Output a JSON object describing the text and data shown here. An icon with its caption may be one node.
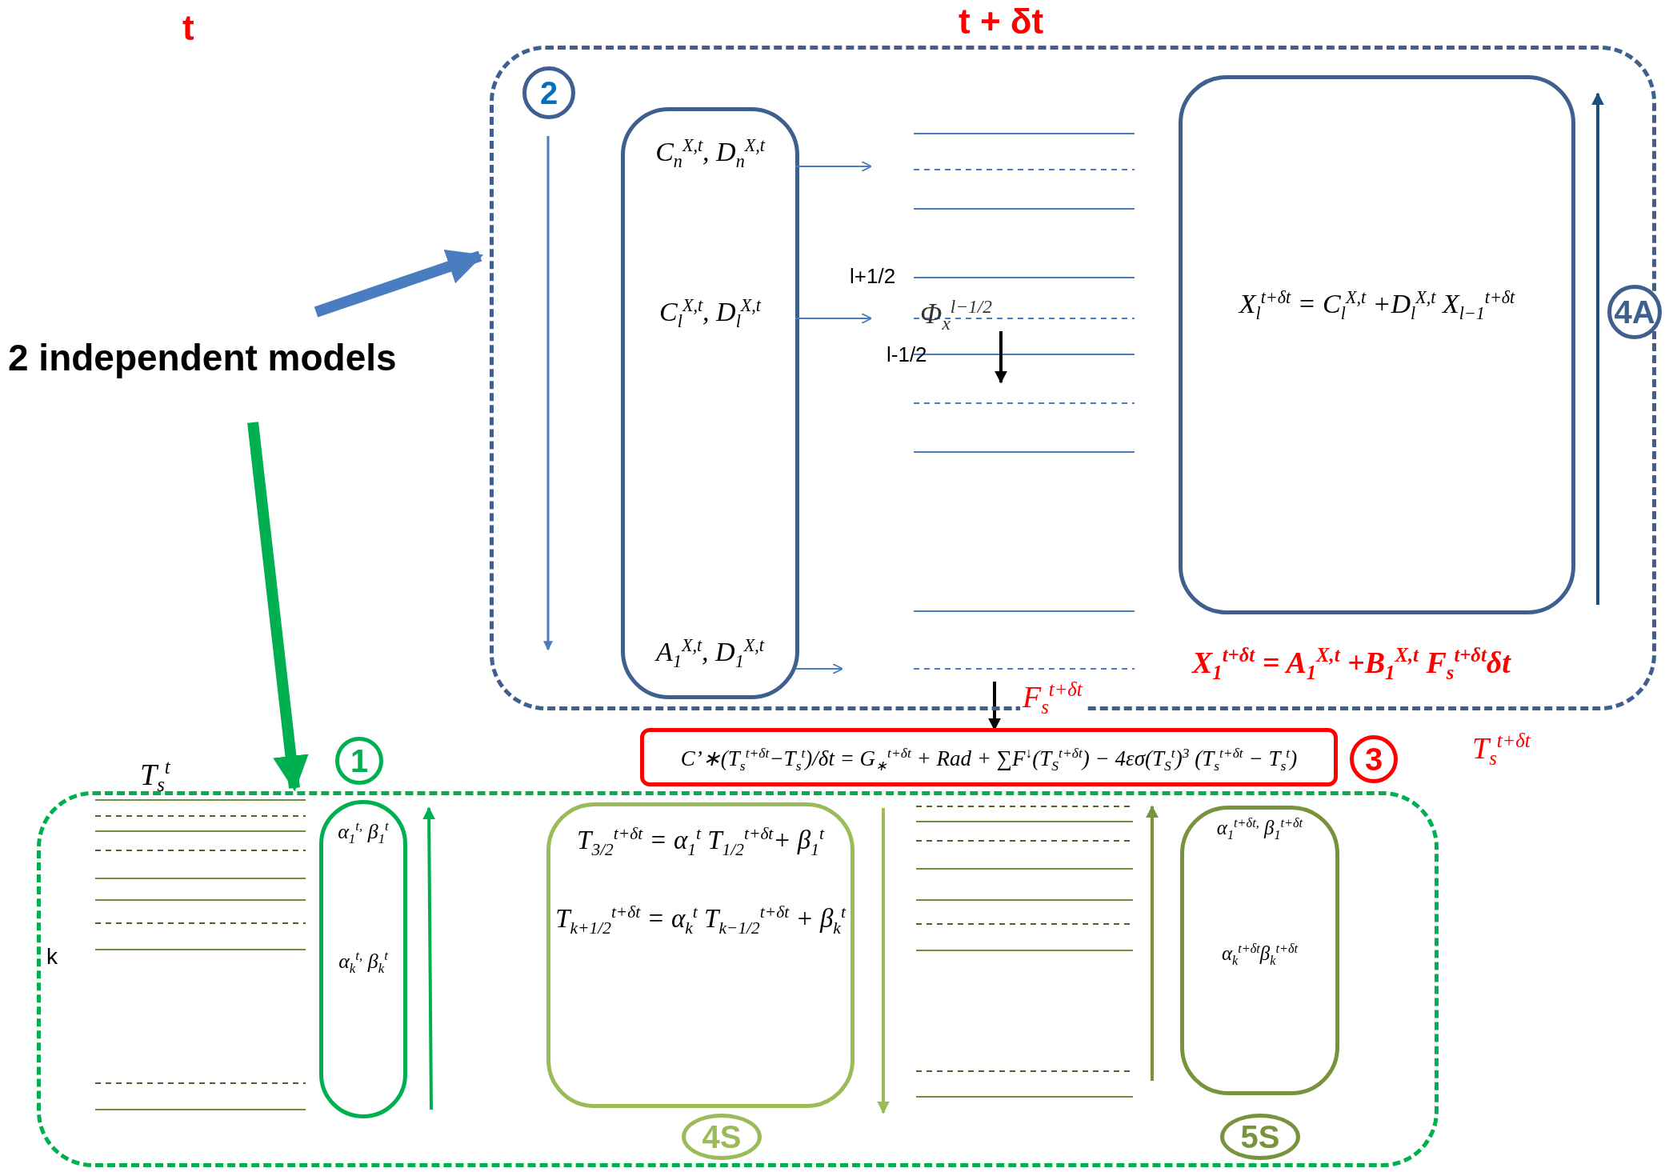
{
  "diagram": {
    "nodes": [
      {
        "text": [],
        "shape": "box"
      },
      {
        "text": [
          "2"
        ],
        "in": 0
      },
      {
        "text": [
          "C$_{n}$$^{X,t}$, D$_{n}$$^{X,t}$",
          "C$_{l}$$^{X,t}$, D$_{l}$$^{X,t}$",
          "A$_{1}$$^{X,t}$, D$_{1}$$^{X,t}$"
        ],
        "in": 0
      },
      {
        "text": [
          "X$_{l}$$^{t+δt}$ = C$_{l}$$^{X,t}$ +D$_{l}$$^{X,t}$ X$_{l−1}$$^{t+δt}$"
        ],
        "in": 0
      },
      {
        "text": [
          "4A"
        ],
        "in": 0
      },
      {
        "text": [
          "C’∗(T$_{s}$$^{t+δt}$−T$_{s}$$^{t}$)/δt = G$_{∗}$$^{t+δt}$ + Rad + ∑F$^{↓}$(T$_{S}$$^{t+δt}$) − 4εσ(T$_{S}$$^{t}$)$^{3}$ (T$_{s}$$^{t+δt}$ − T$_{s}$$^{t}$)"
        ],
        "beside": [
          "F$_{s}$$^{t+δt}$"
        ]
      },
      {
        "text": [
          "3"
        ]
      },
      {
        "text": [],
        "shape": "box"
      },
      {
        "text": [
          "1"
        ]
      },
      {
        "text": [
          "α$_{1}$$^{t,}$ β$_{1}$$^{t}$",
          "α$_{k}$$^{t,}$ β$_{k}$$^{t}$"
        ],
        "in": 7
      },
      {
        "text": [
          "T$_{3/2}$$^{t+δt}$ = α$_{1}$$^{t}$ T$_{1/2}$$^{t+δt}$+ β$_{1}$$^{t}$",
          "T$_{k+1/2}$$^{t+δt}$ = α$_{k}$$^{t}$ T$_{k−1/2}$$^{t+δt}$ + β$_{k}$$^{t}$"
        ],
        "in": 7
      },
      {
        "text": [
          "4S"
        ],
        "in": 7
      },
      {
        "text": [
          "α$_{1}$$^{t+δt,}$ β$_{1}$$^{t+δt}$",
          "α$_{k}$$^{t+δt}$β$_{k}$$^{t+δt}$"
        ],
        "in": 7
      },
      {
        "text": [
          "5S"
        ],
        "in": 7
      },
      {
        "text": [
          "2 independent models"
        ]
      }
    ],
    "edges": [
      {
        "from": 14,
        "to": 0,
        "arrow": "to",
        "style": "thick"
      },
      {
        "from": 14,
        "to": 7,
        "arrow": "to",
        "style": "thick",
        "color": "#00b050"
      },
      {
        "from": 2,
        "to": null,
        "arrow": "to"
      },
      {
        "from": 2,
        "to": null,
        "arrow": "to"
      },
      {
        "from": 2,
        "to": null,
        "arrow": "to"
      }
    ],
    "labels": [
      "t",
      "t + δt",
      "l+1/2",
      "Φ$_{x}$$^{l−1/2}$",
      "l-1/2",
      "X$_{1}$$^{t+δt}$ = A$_{1}$$^{X,t}$ +B$_{1}$$^{X,t}$ F$_{s}$$^{t+δt}$δt",
      "T$_{s}$$^{t+δt}$",
      "T$_{s}$$^{t}$",
      "k"
    ]
  }
}
